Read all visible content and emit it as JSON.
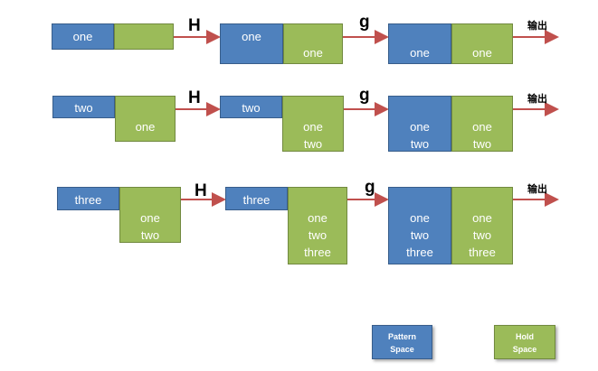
{
  "operations": {
    "h": "H",
    "g": "g",
    "output": "输出"
  },
  "rows": [
    {
      "start": {
        "pattern": [
          "one"
        ],
        "hold": []
      },
      "after_h": {
        "pattern": [
          "one"
        ],
        "hold": [
          "one"
        ]
      },
      "after_g": {
        "pattern": [
          "one"
        ],
        "hold": [
          "one"
        ]
      }
    },
    {
      "start": {
        "pattern": [
          "two"
        ],
        "hold": [
          "one"
        ]
      },
      "after_h": {
        "pattern": [
          "two"
        ],
        "hold": [
          "one",
          "two"
        ]
      },
      "after_g": {
        "pattern": [
          "one",
          "two"
        ],
        "hold": [
          "one",
          "two"
        ]
      }
    },
    {
      "start": {
        "pattern": [
          "three"
        ],
        "hold": [
          "one",
          "two"
        ]
      },
      "after_h": {
        "pattern": [
          "three"
        ],
        "hold": [
          "one",
          "two",
          "three"
        ]
      },
      "after_g": {
        "pattern": [
          "one",
          "two",
          "three"
        ],
        "hold": [
          "one",
          "two",
          "three"
        ]
      }
    }
  ],
  "legend": {
    "pattern": {
      "line1": "Pattern",
      "line2": "Space"
    },
    "hold": {
      "line1": "Hold",
      "line2": "Space"
    }
  },
  "colors": {
    "pattern_space": "#4f81bd",
    "hold_space": "#9bbb59",
    "arrow": "#c0504d"
  }
}
